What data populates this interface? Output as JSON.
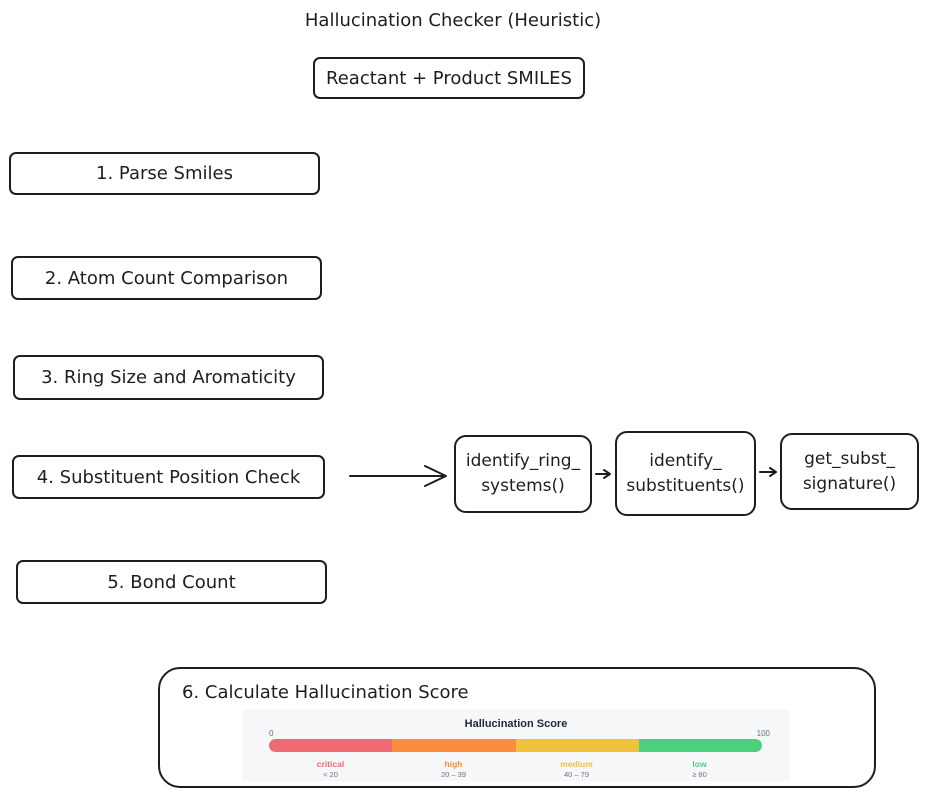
{
  "title": "Hallucination Checker (Heuristic)",
  "input_box": "Reactant + Product SMILES",
  "steps": [
    "1. Parse Smiles",
    "2. Atom Count Comparison",
    "3. Ring Size and Aromaticity",
    "4. Substituent Position Check",
    "5. Bond Count"
  ],
  "functions": [
    "identify_ring_\nsystems()",
    "identify_\nsubstituents()",
    "get_subst_\nsignature()"
  ],
  "score_section": {
    "label": "6. Calculate Hallucination Score",
    "panel_title": "Hallucination Score",
    "min_label": "0",
    "max_label": "100",
    "bands": [
      {
        "label": "critical",
        "range": "< 20",
        "color": "#ef6b73"
      },
      {
        "label": "high",
        "range": "20 – 39",
        "color": "#fb8c3c"
      },
      {
        "label": "medium",
        "range": "40 – 79",
        "color": "#f0c23b"
      },
      {
        "label": "low",
        "range": "≥ 80",
        "color": "#4cd07d"
      }
    ]
  }
}
